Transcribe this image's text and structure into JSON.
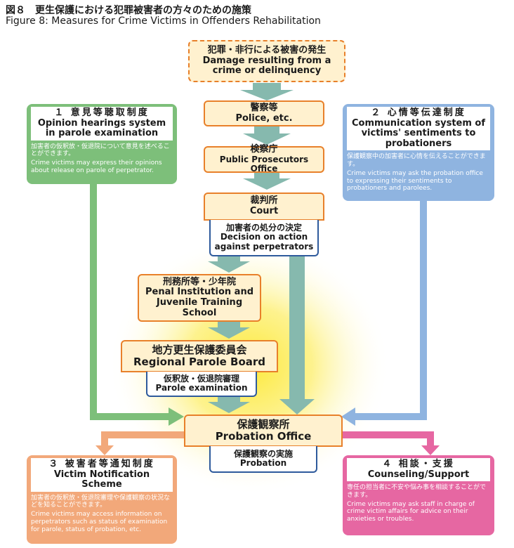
{
  "title": {
    "jp": "図８　更生保護における犯罪被害者の方々のための施策",
    "en": "Figure 8: Measures for Crime Victims in Offenders Rehabilitation"
  },
  "flow": {
    "damage": {
      "jp": "犯罪・非行による被害の発生",
      "en": "Damage resulting from a crime or delinquency"
    },
    "police": {
      "jp": "警察等",
      "en": "Police, etc."
    },
    "prosecutors": {
      "jp": "検察庁",
      "en": "Public Prosecutors Office"
    },
    "court": {
      "jp": "裁判所",
      "en": "Court"
    },
    "decision": {
      "jp": "加害者の処分の決定",
      "en": "Decision on action against perpetrators"
    },
    "penal": {
      "jp": "刑務所等・少年院",
      "en": "Penal Institution and Juvenile Training School"
    },
    "parole_board": {
      "jp": "地方更生保護委員会",
      "en": "Regional Parole Board"
    },
    "parole_exam": {
      "jp": "仮釈放・仮退院審理",
      "en": "Parole examination"
    },
    "probation_office": {
      "jp": "保護観察所",
      "en": "Probation Office"
    },
    "probation": {
      "jp": "保護観察の実施",
      "en": "Probation"
    }
  },
  "measures": {
    "m1": {
      "head_jp": "１ 意見等聴取制度",
      "head_en": "Opinion hearings system in parole examination",
      "desc_jp": "加害者の仮釈放・仮退院について意見を述べることができます。",
      "desc_en": "Crime victims may express their opinions about release on parole of perpetrator.",
      "color": "#7dbf7a"
    },
    "m2": {
      "head_jp": "２ 心情等伝達制度",
      "head_en": "Communication system of victims' sentiments to probationers",
      "desc_jp": "保護観察中の加害者に心情を伝えることができます。",
      "desc_en": "Crime victims may ask the probation office to expressing their sentiments to probationers and parolees.",
      "color": "#8fb4e0"
    },
    "m3": {
      "head_jp": "３ 被害者等通知制度",
      "head_en": "Victim Notification Scheme",
      "desc_jp": "加害者の仮釈放・仮退院審理や保護観察の状況などを知ることができます。",
      "desc_en": "Crime victims may access information on perpetrators such as status of examination for parole, status of probation, etc.",
      "color": "#f2a87a"
    },
    "m4": {
      "head_jp": "４ 相談・支援",
      "head_en": "Counseling/Support",
      "desc_jp": "専任の担当者に不安や悩み事を相談することができます。",
      "desc_en": "Crime victims may ask staff in charge of crime victim affairs for advice on their anxieties or troubles.",
      "color": "#e667a2"
    }
  },
  "colors": {
    "flow_arrow": "#86b9ae",
    "box_fill": "#fff1cf",
    "box_border": "#e8802a",
    "sub_border": "#2e5a9c",
    "glow": "#fde93a"
  }
}
